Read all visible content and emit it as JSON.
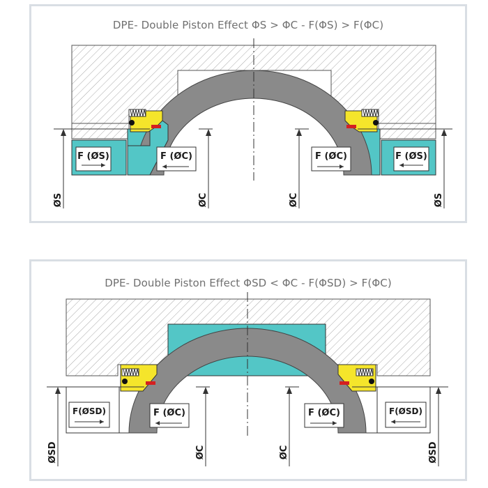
{
  "diagrams": [
    {
      "title": "DPE- Double Piston Effect  ΦS > ΦC - F(ΦS) > F(ΦC)",
      "outer_force_label": "F (ØS)",
      "inner_force_label": "F (ØC)",
      "outer_diameter_label": "ØS",
      "inner_diameter_label": "ØC"
    },
    {
      "title": "DPE- Double Piston Effect  ΦSD < ΦC - F(ΦSD) > F(ΦC)",
      "outer_force_label": "F(ØSD)",
      "inner_force_label": "F (ØC)",
      "outer_diameter_label": "ØSD",
      "inner_diameter_label": "ØC"
    }
  ],
  "colors": {
    "fluid": "#53c6c6",
    "seal": "#f5e52b",
    "ball": "#8a8a8a",
    "insert": "#d42020",
    "hatch": "#b0b0b0",
    "frame": "#d9dee4"
  }
}
